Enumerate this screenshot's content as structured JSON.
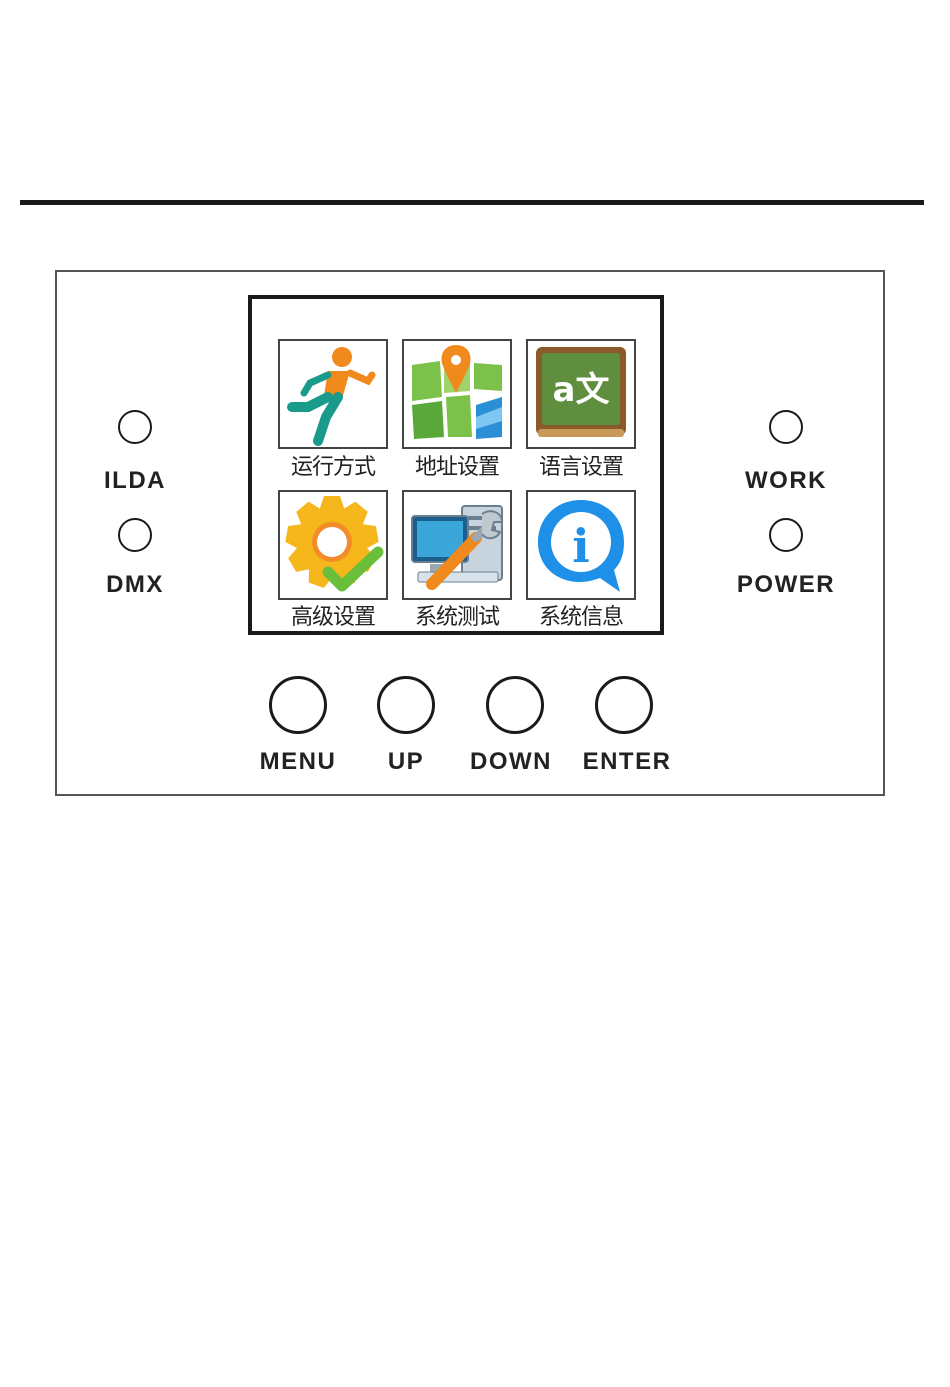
{
  "leds_left": [
    {
      "label": "ILDA"
    },
    {
      "label": "DMX"
    }
  ],
  "leds_right": [
    {
      "label": "WORK"
    },
    {
      "label": "POWER"
    }
  ],
  "menu": {
    "items": [
      {
        "label": "运行方式",
        "icon": "running-person-icon"
      },
      {
        "label": "地址设置",
        "icon": "map-pin-icon"
      },
      {
        "label": "语言设置",
        "icon": "language-board-icon"
      },
      {
        "label": "高级设置",
        "icon": "gear-check-icon"
      },
      {
        "label": "系统测试",
        "icon": "computer-wrench-icon"
      },
      {
        "label": "系统信息",
        "icon": "info-bubble-icon"
      }
    ]
  },
  "language_icon_text": "a文",
  "info_icon_text": "i",
  "buttons": [
    {
      "label": "MENU"
    },
    {
      "label": "UP"
    },
    {
      "label": "DOWN"
    },
    {
      "label": "ENTER"
    }
  ],
  "colors": {
    "run_orange": "#f08a1c",
    "run_teal": "#1a9a8a",
    "map_green": "#7cc24a",
    "map_blue": "#2a8fd6",
    "board_green": "#5f8f3e",
    "board_brown": "#8a5a2a",
    "gear_yellow": "#f6b71c",
    "check_green": "#6abf3a",
    "info_blue": "#1e90e8"
  }
}
